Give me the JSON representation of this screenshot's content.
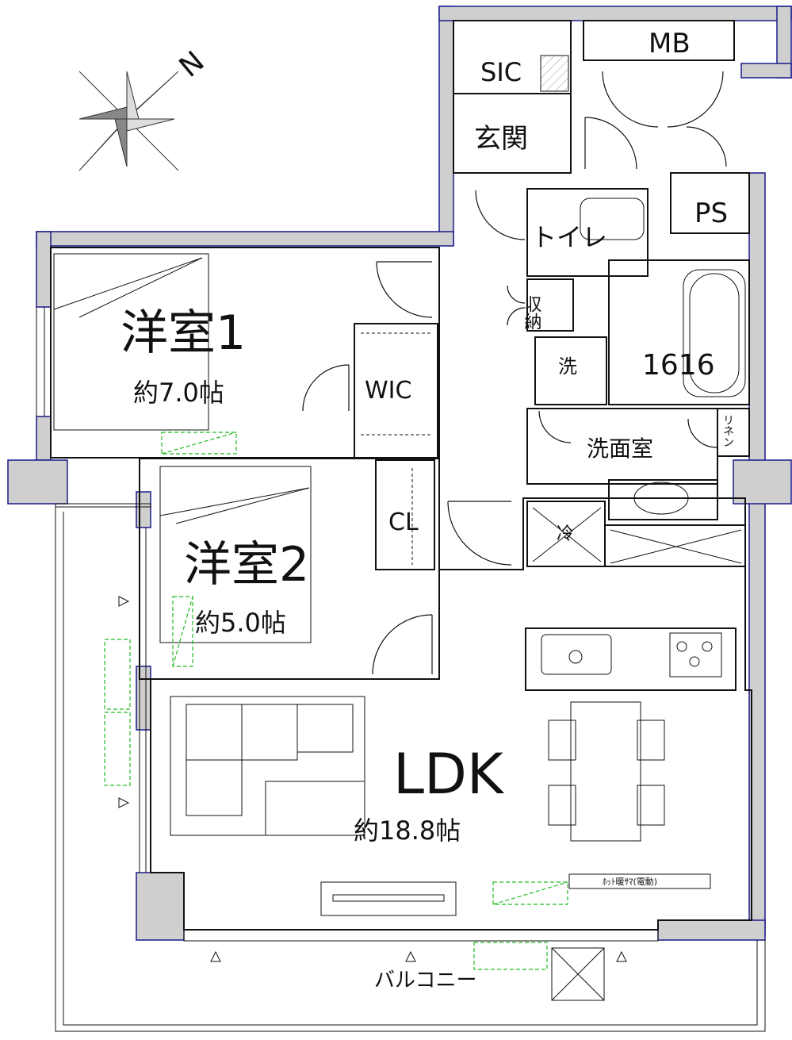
{
  "plan": {
    "rooms": {
      "western_room_1": {
        "name": "洋室1",
        "area": "約7.0帖"
      },
      "western_room_2": {
        "name": "洋室2",
        "area": "約5.0帖"
      },
      "ldk": {
        "name": "LDK",
        "area": "約18.8帖"
      },
      "walk_in_closet": "WIC",
      "closet": "CL",
      "shoe_closet": "SIC",
      "entrance": "玄関",
      "meter_box": "MB",
      "pipe_space": "PS",
      "toilet": "トイレ",
      "storage": "収納",
      "washer": "洗",
      "bathroom_size": "1616",
      "linen": "リネン",
      "washroom": "洗面室",
      "fridge": "冷",
      "balcony": "バルコニー"
    },
    "notes": {
      "hot_water_heating": "ﾎｯﾄ暖ｻﾏ(電動)"
    },
    "compass": {
      "label": "N"
    }
  },
  "colors": {
    "wall": "#cfcfcf",
    "wall_outline": "#1a1a8c",
    "line": "#111111",
    "fixture_dash": "#22bb22"
  }
}
